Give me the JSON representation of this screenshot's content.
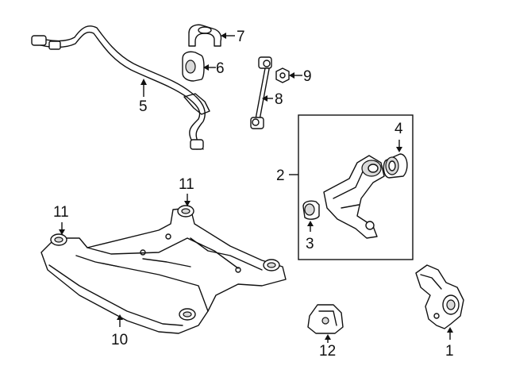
{
  "diagram": {
    "callouts": {
      "p1": "1",
      "p2": "2",
      "p3": "3",
      "p4": "4",
      "p5": "5",
      "p6": "6",
      "p7": "7",
      "p8": "8",
      "p9": "9",
      "p10": "10",
      "p11a": "11",
      "p11b": "11",
      "p12": "12"
    }
  }
}
